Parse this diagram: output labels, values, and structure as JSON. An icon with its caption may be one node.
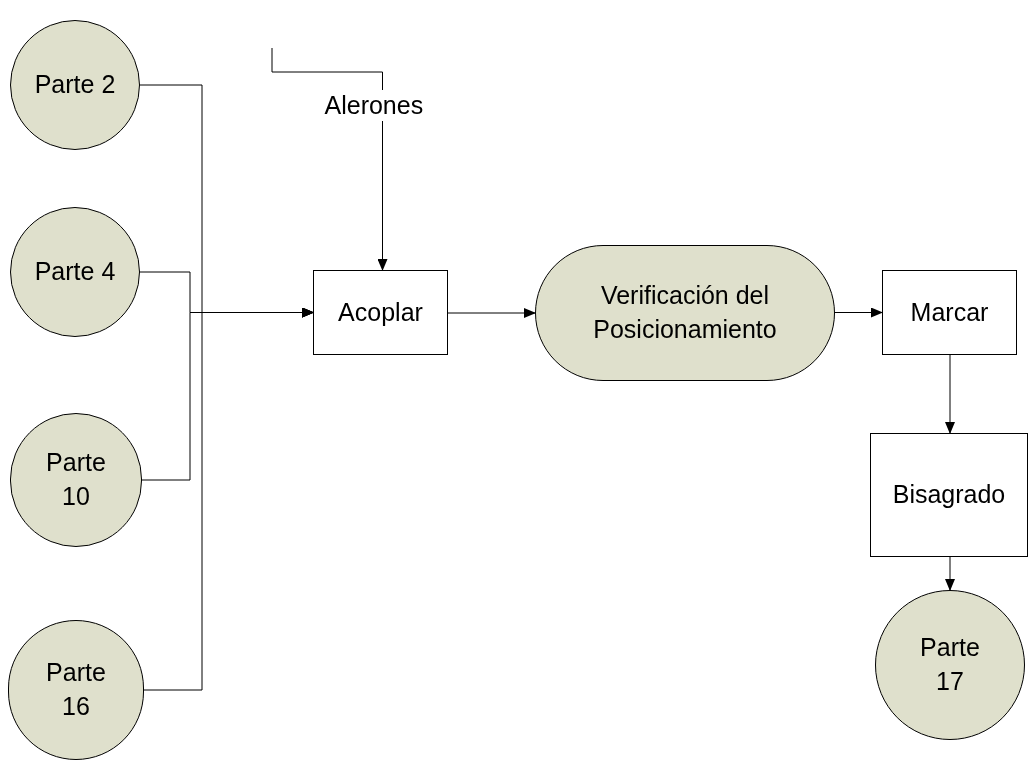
{
  "diagram": {
    "nodes": [
      {
        "text": [
          "Parte 2"
        ]
      },
      {
        "text": [
          "Parte 4"
        ]
      },
      {
        "text": [
          "Parte 10"
        ]
      },
      {
        "text": [
          "Parte 16"
        ]
      },
      {
        "text": [
          "Acoplar"
        ]
      },
      {
        "text": [
          "Verificación del Posicionamiento"
        ]
      },
      {
        "text": [
          "Marcar"
        ]
      },
      {
        "text": [
          "Bisagrado"
        ]
      },
      {
        "text": [
          "Parte 17"
        ]
      }
    ],
    "edges": [
      {
        "from": 0,
        "to": 4,
        "arrow": "to"
      },
      {
        "from": 1,
        "to": 4,
        "arrow": "to"
      },
      {
        "from": 2,
        "to": 4,
        "arrow": "to"
      },
      {
        "from": 3,
        "to": 4,
        "arrow": "to"
      },
      {
        "from": null,
        "to": 4,
        "arrow": "to",
        "label": "Alerones"
      },
      {
        "from": 4,
        "to": 5,
        "arrow": "to"
      },
      {
        "from": 5,
        "to": 6,
        "arrow": "to"
      },
      {
        "from": 6,
        "to": 7,
        "arrow": "to"
      },
      {
        "from": 7,
        "to": 8,
        "arrow": "to"
      }
    ]
  }
}
